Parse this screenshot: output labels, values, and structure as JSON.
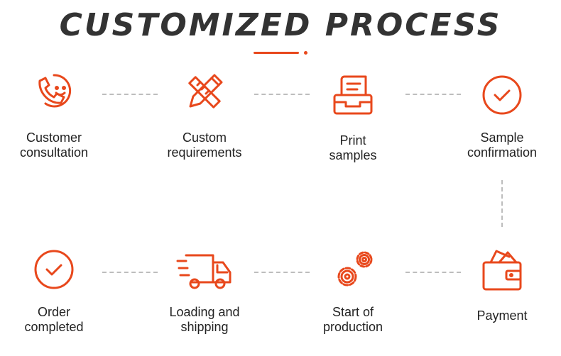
{
  "title": "CUSTOMIZED PROCESS",
  "accent_color": "#e8481c",
  "steps": [
    {
      "icon": "phone-smile-icon",
      "label_lines": [
        "Customer",
        "consultation"
      ]
    },
    {
      "icon": "pencil-ruler-icon",
      "label_lines": [
        "Custom",
        "requirements"
      ]
    },
    {
      "icon": "printer-icon",
      "label_lines": [
        "Print",
        "samples"
      ]
    },
    {
      "icon": "check-circle-icon",
      "label_lines": [
        "Sample",
        "confirmation"
      ]
    },
    {
      "icon": "wallet-icon",
      "label_lines": [
        "Payment"
      ]
    },
    {
      "icon": "gears-icon",
      "label_lines": [
        "Start of",
        "production"
      ]
    },
    {
      "icon": "truck-icon",
      "label_lines": [
        "Loading and",
        "shipping"
      ]
    },
    {
      "icon": "check-circle-icon",
      "label_lines": [
        "Order",
        "completed"
      ]
    }
  ]
}
